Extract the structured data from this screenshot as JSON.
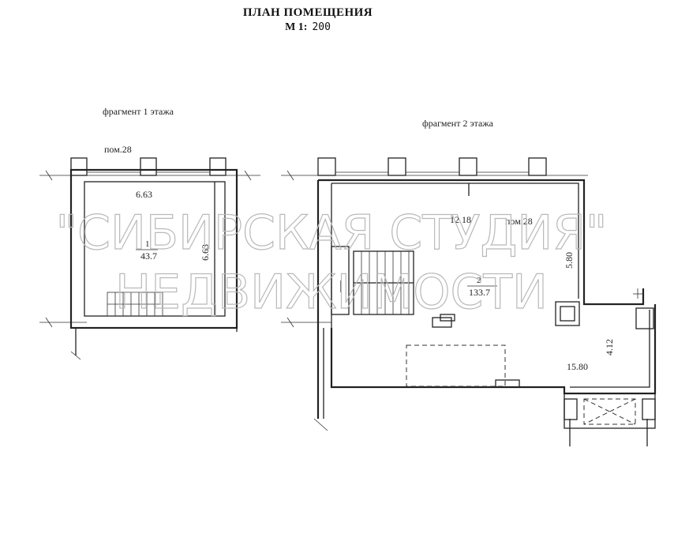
{
  "title": "ПЛАН ПОМЕЩЕНИЯ",
  "scale": {
    "prefix": "М 1:",
    "value": "200"
  },
  "watermark": {
    "line1": "\"СИБИРСКАЯ СТУДИЯ\"",
    "line2": "НЕДВИЖИМОСТИ"
  },
  "fragment1": {
    "caption": "фрагмент 1 этажа",
    "room_ref": "пом.28",
    "dim_top": "6.63",
    "dim_side": "6.63",
    "room_no": "1",
    "area": "43.7"
  },
  "fragment2": {
    "caption": "фрагмент 2 этажа",
    "room_ref": "пом.28",
    "dim_top": "12.18",
    "dim_side": "5.80",
    "room_no": "2",
    "area": "133.7",
    "dim_bottom": "15.80",
    "dim_right": "4.12"
  },
  "colors": {
    "line": "#222222",
    "watermark": "#b9b9b9",
    "background": "#ffffff"
  }
}
